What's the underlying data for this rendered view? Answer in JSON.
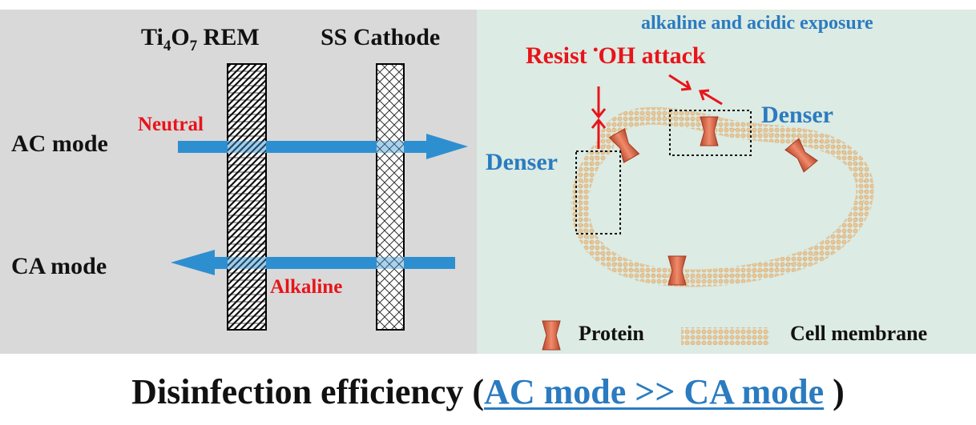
{
  "left": {
    "rem_label": {
      "base": "Ti",
      "sub1": "4",
      "mid": "O",
      "sub2": "7",
      "rest": " REM"
    },
    "cathode_label": "SS Cathode",
    "ac_mode": "AC mode",
    "ca_mode": "CA mode",
    "neutral": "Neutral",
    "alkaline": "Alkaline"
  },
  "right": {
    "exposure": "alkaline and acidic exposure",
    "resist_prefix": "Resist ",
    "resist_dot": "•",
    "resist_suffix": "OH attack",
    "denser_left": "Denser",
    "denser_right": "Denser",
    "legend_protein": "Protein",
    "legend_membrane": "Cell membrane"
  },
  "footer": {
    "prefix": "Disinfection efficiency (",
    "highlight": "AC mode >> CA mode",
    "suffix": " )"
  },
  "colors": {
    "arrow_blue": "#2e8fd0",
    "label_red": "#e8141a",
    "label_blue": "#2b7bc0",
    "protein": "#d9694a",
    "membrane": "#e8c79a"
  }
}
